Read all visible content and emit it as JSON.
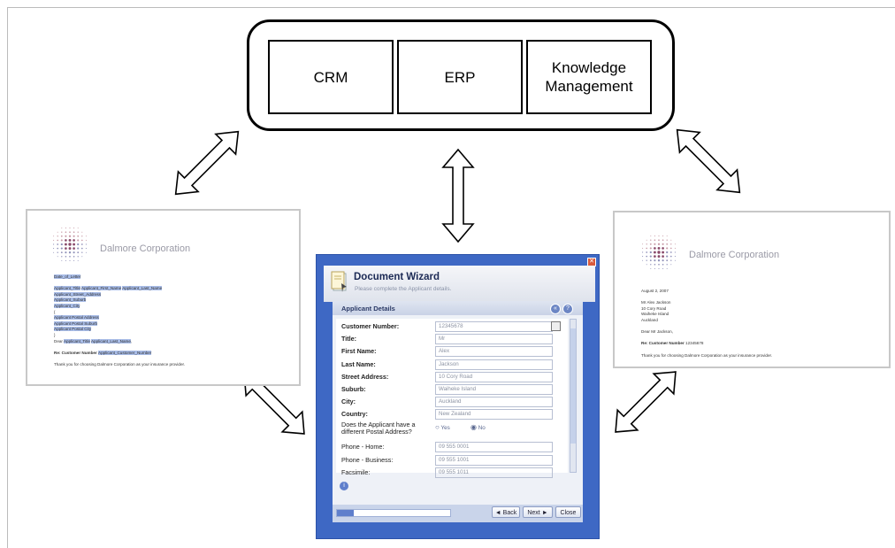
{
  "systems": [
    "CRM",
    "ERP",
    "Knowledge\nManagement"
  ],
  "template_letter": {
    "company": "Dalmore Corporation",
    "lines": [
      {
        "parts": [
          {
            "t": "Date_of_Letter",
            "hl": true
          }
        ]
      },
      {
        "parts": []
      },
      {
        "parts": [
          {
            "t": "Applicant_Title",
            "hl": true
          },
          {
            "t": " "
          },
          {
            "t": "Applicant_First_Name",
            "hl": true
          },
          {
            "t": " "
          },
          {
            "t": "Applicant_Last_Name",
            "hl": true
          }
        ]
      },
      {
        "parts": [
          {
            "t": "Applicant_Street_Address",
            "hl": true
          }
        ]
      },
      {
        "parts": [
          {
            "t": "Applicant_Suburb",
            "hl": true
          }
        ]
      },
      {
        "parts": [
          {
            "t": "Applicant_City",
            "hl": true
          }
        ]
      },
      {
        "parts": [
          {
            "t": "{"
          }
        ]
      },
      {
        "parts": [
          {
            "t": "Applicant Postal Address",
            "hl": true
          }
        ]
      },
      {
        "parts": [
          {
            "t": "Applicant Postal Suburb",
            "hl": true
          }
        ]
      },
      {
        "parts": [
          {
            "t": "Applicant Postal City",
            "hl": true
          }
        ]
      },
      {
        "parts": [
          {
            "t": "}"
          }
        ]
      },
      {
        "parts": [
          {
            "t": "Dear "
          },
          {
            "t": "Applicant_Title",
            "hl": true
          },
          {
            "t": " "
          },
          {
            "t": "Applicant_Last_Name",
            "hl": true
          },
          {
            "t": ","
          }
        ]
      },
      {
        "parts": []
      },
      {
        "parts": [
          {
            "t": "Re: Customer Number ",
            "b": true
          },
          {
            "t": "Applicant_Customer_Number",
            "hl": true
          }
        ]
      },
      {
        "parts": []
      },
      {
        "parts": [
          {
            "t": "Thank you for choosing Dalmore Corporation as your insurance provider."
          }
        ]
      }
    ]
  },
  "merged_letter": {
    "company": "Dalmore Corporation",
    "lines": [
      {
        "parts": [
          {
            "t": "August 2, 2007"
          }
        ]
      },
      {
        "parts": []
      },
      {
        "parts": [
          {
            "t": "Mr Alex Jackson"
          }
        ]
      },
      {
        "parts": [
          {
            "t": "10 Cory Road"
          }
        ]
      },
      {
        "parts": [
          {
            "t": "Waiheke Island"
          }
        ]
      },
      {
        "parts": [
          {
            "t": "Auckland"
          }
        ]
      },
      {
        "parts": []
      },
      {
        "parts": [
          {
            "t": "Dear Mr Jackson,"
          }
        ]
      },
      {
        "parts": []
      },
      {
        "parts": [
          {
            "t": "Re: Customer Number ",
            "b": true
          },
          {
            "t": "12345678"
          }
        ]
      },
      {
        "parts": []
      },
      {
        "parts": [
          {
            "t": "Thank you for choosing Dalmore Corporation as your insurance provider."
          }
        ]
      }
    ]
  },
  "wizard": {
    "title": "Document Wizard",
    "subtitle": "Please complete the Applicant details.",
    "panel_title": "Applicant Details",
    "fields": [
      {
        "label": "Customer Number:",
        "value": "12345678",
        "bold": true
      },
      {
        "label": "Title:",
        "value": "Mr",
        "bold": true
      },
      {
        "label": "First Name:",
        "value": "Alex",
        "bold": true
      },
      {
        "label": "Last Name:",
        "value": "Jackson",
        "bold": true
      },
      {
        "label": "Street Address:",
        "value": "10 Cory Road",
        "bold": true
      },
      {
        "label": "Suburb:",
        "value": "Waiheke Island",
        "bold": true
      },
      {
        "label": "City:",
        "value": "Auckland",
        "bold": true
      },
      {
        "label": "Country:",
        "value": "New Zealand",
        "bold": true
      }
    ],
    "postal_question": [
      "Does the Applicant have a",
      "different Postal Address?"
    ],
    "radio_yes": "Yes",
    "radio_no": "No",
    "radio_selected": "No",
    "phone_fields": [
      {
        "label": "Phone - Home:",
        "value": "09 555 0001"
      },
      {
        "label": "Phone - Business:",
        "value": "09 555 1001"
      },
      {
        "label": "Facsimile:",
        "value": "09 555 1011"
      }
    ],
    "progress": 0.15,
    "back_label": "◄ Back",
    "next_label": "Next ►",
    "close_label": "Close"
  }
}
